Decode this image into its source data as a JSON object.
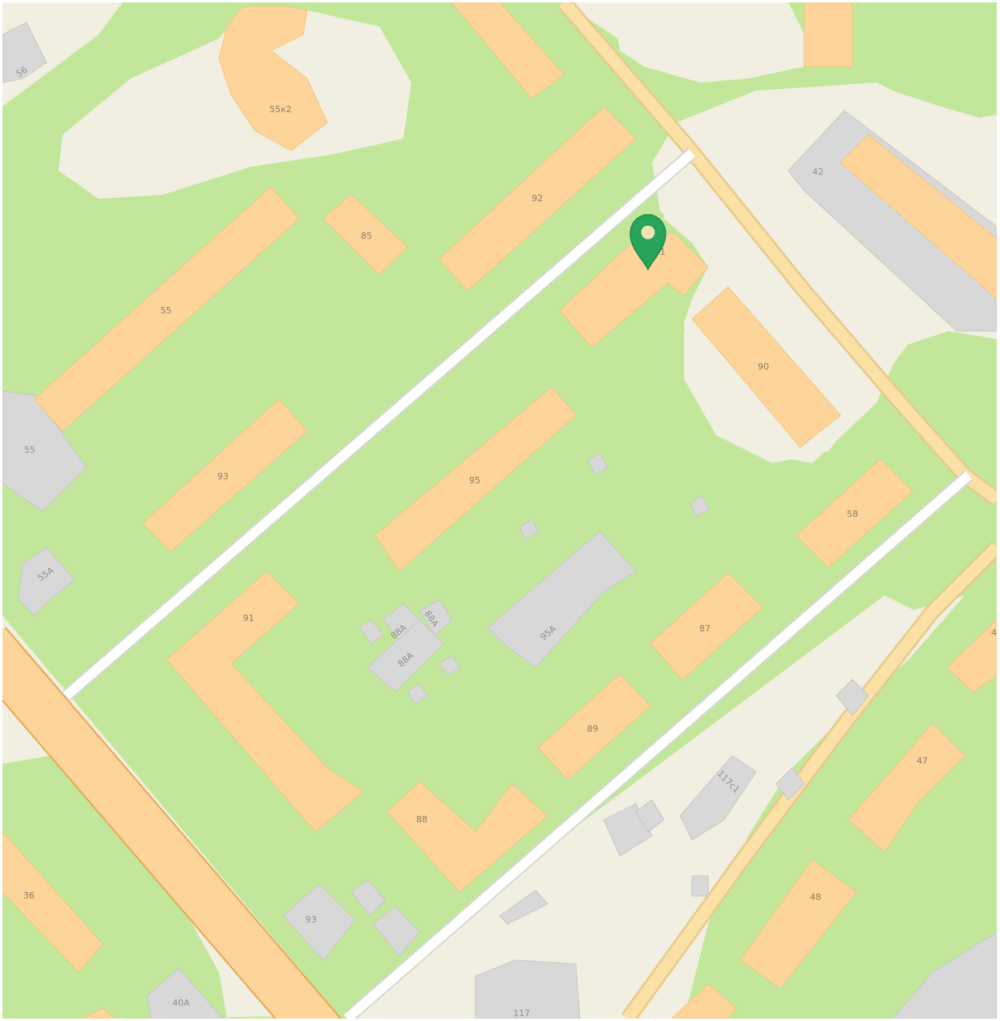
{
  "map": {
    "background_color": "#f1efe1",
    "green_color": "#c2e79a",
    "residential_building_color": "#fdd59b",
    "other_building_color": "#d8d8d8",
    "marker": {
      "icon": "map-pin-icon",
      "color": "#27a35a"
    },
    "labels": {
      "b56": "56",
      "b55k2": "55к2",
      "b42": "42",
      "b92": "92",
      "b85": "85",
      "b55": "55",
      "b91_top": "1",
      "b90": "90",
      "b55_grey": "55",
      "b93": "93",
      "b95": "95",
      "b58": "58",
      "b55a": "55А",
      "b91": "91",
      "b88a_1": "88А",
      "b88a_2": "88А",
      "b88a_3": "88А",
      "b95a": "95А",
      "b87": "87",
      "b4": "4",
      "b89": "89",
      "b117c1": "117с1",
      "b47": "47",
      "b88": "88",
      "b36": "36",
      "b48": "48",
      "b93_grey": "93",
      "b40a": "40А",
      "b117": "117"
    }
  }
}
